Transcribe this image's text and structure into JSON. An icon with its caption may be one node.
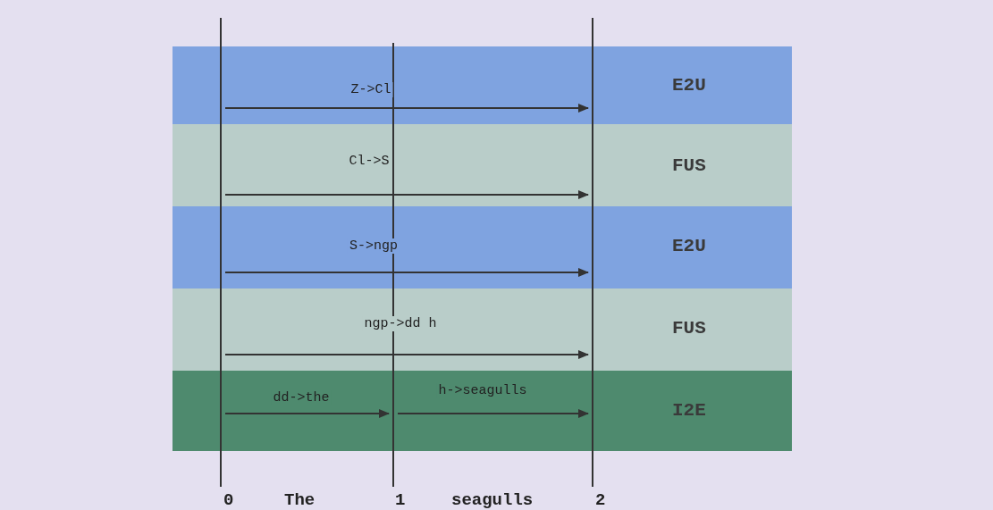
{
  "diagram": {
    "nodes": [
      {
        "text": [
          "0"
        ]
      },
      {
        "text": [
          "1"
        ]
      },
      {
        "text": [
          "2"
        ]
      }
    ],
    "edges": [
      {
        "from": 0,
        "to": 2,
        "arrow": "to",
        "label": "Z->Cl"
      },
      {
        "from": 0,
        "to": 2,
        "arrow": "to",
        "label": "Cl->S"
      },
      {
        "from": 0,
        "to": 2,
        "arrow": "to",
        "label": "S->ngp"
      },
      {
        "from": 0,
        "to": 2,
        "arrow": "to",
        "label": "ngp->dd h"
      },
      {
        "from": 0,
        "to": 1,
        "arrow": "to",
        "label": "dd->the"
      },
      {
        "from": 1,
        "to": 2,
        "arrow": "to",
        "label": "h->seagulls"
      }
    ],
    "labels": [
      "E2U",
      "FUS",
      "E2U",
      "FUS",
      "I2E",
      "The",
      "seagulls"
    ]
  }
}
